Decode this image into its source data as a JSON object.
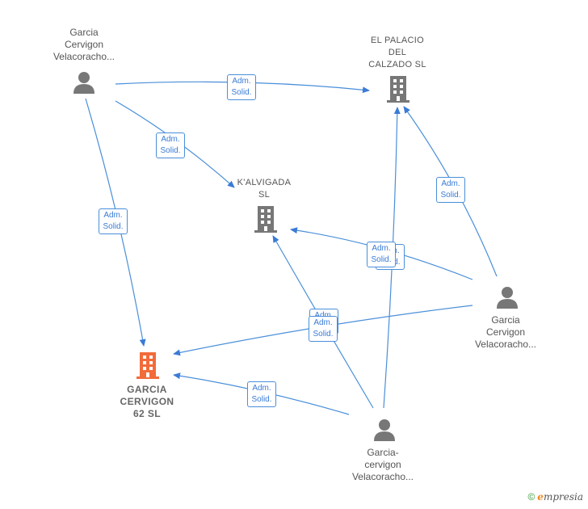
{
  "nodes": {
    "person_top_left": {
      "label": "Garcia\nCervigon\nVelacoracho...",
      "type": "person"
    },
    "el_palacio": {
      "label": "EL PALACIO\nDEL\nCALZADO SL",
      "type": "company"
    },
    "kalvigada": {
      "label": "K'ALVIGADA\nSL",
      "type": "company"
    },
    "garcia_cervigon_62": {
      "label": "GARCIA\nCERVIGON\n62  SL",
      "type": "company-focus"
    },
    "person_right": {
      "label": "Garcia\nCervigon\nVelacoracho...",
      "type": "person"
    },
    "person_bottom": {
      "label": "Garcia-\ncervigon\nVelacoracho...",
      "type": "person"
    }
  },
  "edge_label": "Adm.\nSolid.",
  "colors": {
    "edge": "#4a8fd9",
    "icon_gray": "#777777",
    "icon_focus": "#f26b3a"
  },
  "footer": {
    "copyright": "©",
    "brand_initial": "e",
    "brand_rest": "mpresia"
  }
}
